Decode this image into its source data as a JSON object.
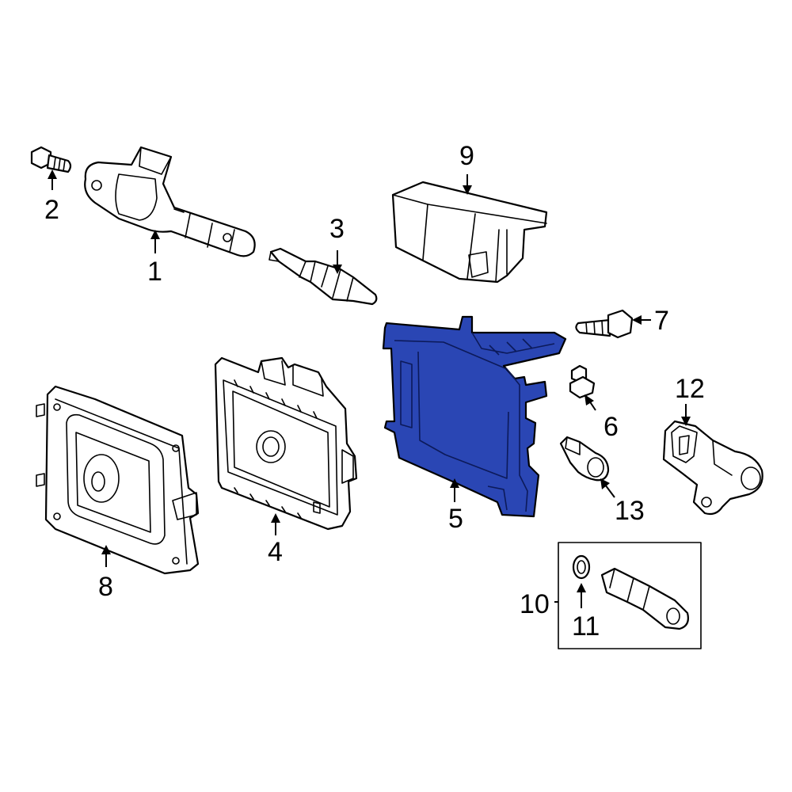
{
  "colors": {
    "highlight": "#2a46b4",
    "line": "#000000",
    "background": "#ffffff"
  },
  "callouts": {
    "c1": "1",
    "c2": "2",
    "c3": "3",
    "c4": "4",
    "c5": "5",
    "c6": "6",
    "c7": "7",
    "c8": "8",
    "c9": "9",
    "c10": "10",
    "c11": "11",
    "c12": "12",
    "c13": "13"
  },
  "highlighted_part": "5"
}
